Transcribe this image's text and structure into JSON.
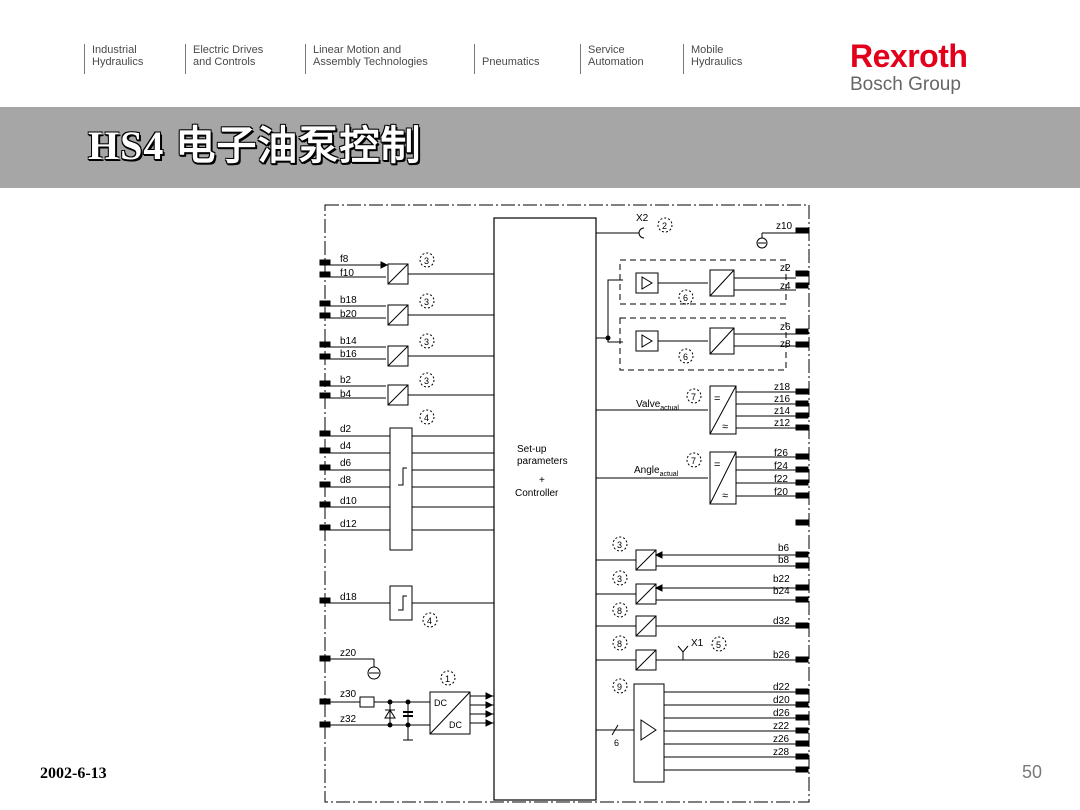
{
  "nav": [
    {
      "line1": "Industrial",
      "line2": "Hydraulics"
    },
    {
      "line1": "Electric Drives",
      "line2": "and Controls"
    },
    {
      "line1": "Linear Motion and",
      "line2": "Assembly Technologies"
    },
    {
      "line1": "",
      "line2": "Pneumatics"
    },
    {
      "line1": "Service",
      "line2": "Automation"
    },
    {
      "line1": "Mobile",
      "line2": "Hydraulics"
    }
  ],
  "logo": {
    "brand": "Rexroth",
    "sub": "Bosch Group"
  },
  "title": "HS4 电子油泵控制",
  "diagram": {
    "controller_lines": [
      "Set-up",
      "parameters",
      "+",
      "Controller"
    ],
    "x2_label": "X2",
    "x1_label": "X1",
    "valve_label": "Valve",
    "angle_label": "Angle",
    "actual_sub": "actual",
    "left_pins": [
      "f8",
      "f10",
      "b18",
      "b20",
      "b14",
      "b16",
      "b2",
      "b4",
      "d2",
      "d4",
      "d6",
      "d8",
      "d10",
      "d12",
      "d18",
      "z20",
      "z30",
      "z32"
    ],
    "right_pins": [
      "z10",
      "z2",
      "z4",
      "z6",
      "z8",
      "z18",
      "z16",
      "z14",
      "z12",
      "f26",
      "f24",
      "f22",
      "f20",
      "b6",
      "b8",
      "b22",
      "b24",
      "d32",
      "b26",
      "d22",
      "d20",
      "d26",
      "z22",
      "z26",
      "z28"
    ],
    "circle_numbers": [
      "1",
      "2",
      "3",
      "4",
      "5",
      "6",
      "7",
      "8",
      "9"
    ],
    "dc_label": "DC",
    "bus_count": "6"
  },
  "footer": {
    "date": "2002-6-13",
    "page": "50"
  }
}
